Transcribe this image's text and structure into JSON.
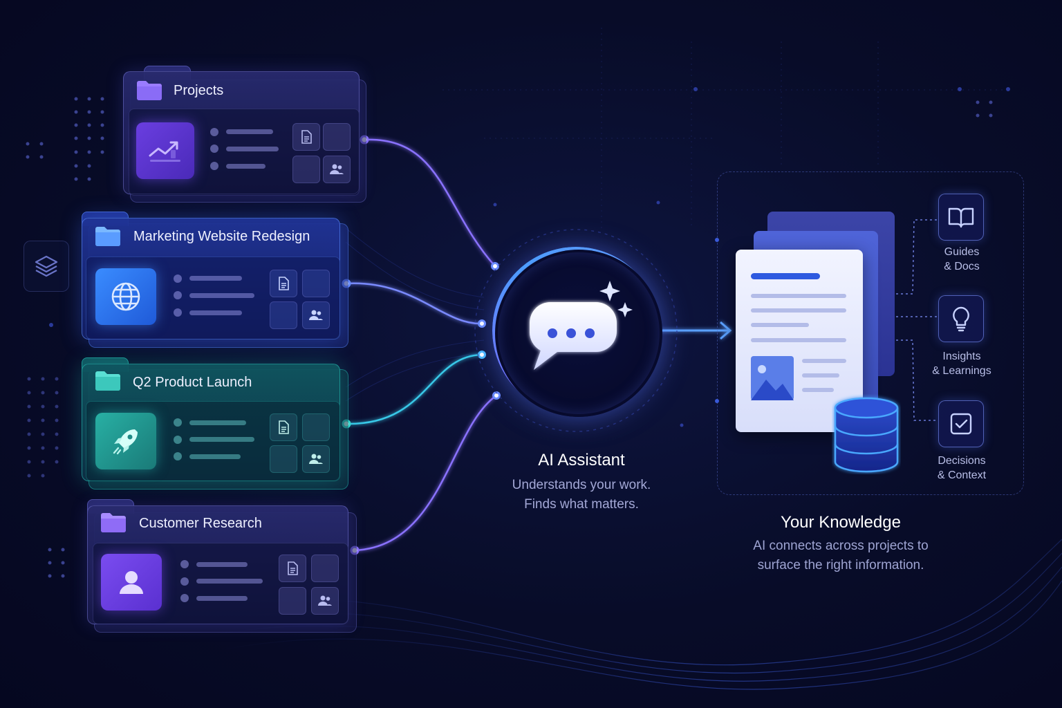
{
  "colors": {
    "background": "#070a26",
    "purple_accent": "#7a4cf0",
    "blue_accent": "#2f6be8",
    "teal_accent": "#2bb8a8",
    "connector_glow": "#6a8cff"
  },
  "folders": [
    {
      "title": "Projects",
      "icon": "trend-chart-icon",
      "theme": "purple"
    },
    {
      "title": "Marketing Website Redesign",
      "icon": "globe-icon",
      "theme": "blue"
    },
    {
      "title": "Q2 Product Launch",
      "icon": "rocket-icon",
      "theme": "teal"
    },
    {
      "title": "Customer Research",
      "icon": "user-icon",
      "theme": "purple"
    }
  ],
  "assistant": {
    "title": "AI Assistant",
    "subtitle_line1": "Understands your work.",
    "subtitle_line2": "Finds what matters.",
    "icon": "chat-bubble-sparkle-icon"
  },
  "knowledge": {
    "title": "Your Knowledge",
    "subtitle_line1": "AI connects across projects to",
    "subtitle_line2": "surface the right information.",
    "categories": [
      {
        "line1": "Guides",
        "line2": "& Docs",
        "icon": "book-icon"
      },
      {
        "line1": "Insights",
        "line2": "& Learnings",
        "icon": "lightbulb-icon"
      },
      {
        "line1": "Decisions",
        "line2": "& Context",
        "icon": "checkbox-icon"
      }
    ]
  }
}
